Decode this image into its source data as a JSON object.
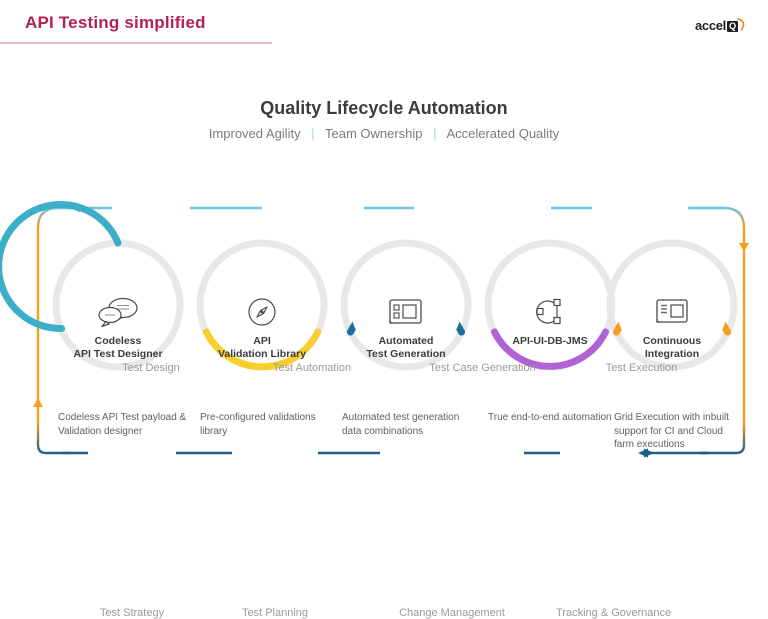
{
  "header": {
    "title": "API Testing simplified",
    "logo_text": "accel",
    "logo_mark": "Q"
  },
  "chart_data": {
    "type": "diagram",
    "title": "Quality Lifecycle Automation",
    "subtitle_parts": [
      "Improved Agility",
      "Team Ownership",
      "Accelerated Quality"
    ],
    "separator": "|",
    "top_phases": [
      "Test Design",
      "Test Automation",
      "Test Case Generation",
      "Test Execution"
    ],
    "bottom_phases": [
      "Test Strategy",
      "Test Planning",
      "Change Management",
      "Tracking & Governance"
    ],
    "top_line_color": "#6ec6de",
    "bottom_line_color": "#1c5f8c",
    "frame_color_top": "#f6a020",
    "frame_color_bottom": "#1c5f8c",
    "nodes": [
      {
        "title_line1": "Codeless",
        "title_line2": "API Test Designer",
        "description": "Codeless API Test payload & Validation designer",
        "icon": "speech-bubbles-icon",
        "arc_color": "#3bafc8"
      },
      {
        "title_line1": "API",
        "title_line2": "Validation Library",
        "description": "Pre-configured validations library",
        "icon": "compass-icon",
        "arc_color": "#f8cf2e"
      },
      {
        "title_line1": "Automated",
        "title_line2": "Test Generation",
        "description": "Automated test generation data combinations",
        "icon": "layout-grid-icon",
        "arc_color": "#1a6f9e"
      },
      {
        "title_line1": "API-UI-DB-JMS",
        "title_line2": "",
        "description": "True end-to-end automation",
        "icon": "network-nodes-icon",
        "arc_color": "#b162d6"
      },
      {
        "title_line1": "Continuous",
        "title_line2": "Integration",
        "description": "Grid Execution with inbuilt support for CI and Cloud farm executions",
        "icon": "window-panel-icon",
        "arc_color": "#f79d1e"
      }
    ],
    "ring_track_color": "#e8e8e8"
  }
}
